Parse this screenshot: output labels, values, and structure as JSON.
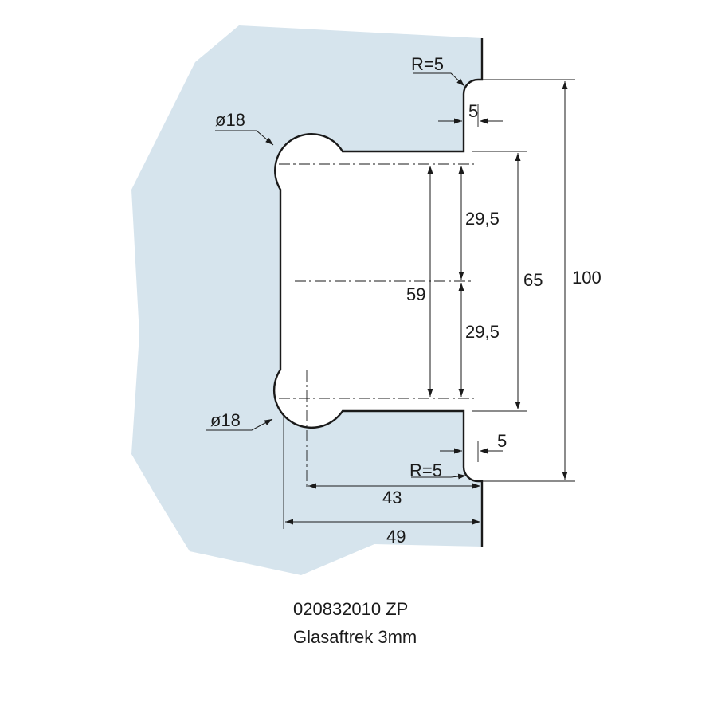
{
  "colors": {
    "glass": "#d6e4ed",
    "line": "#1a1a1a",
    "background": "#ffffff"
  },
  "dimensions": {
    "radius_top": "R=5",
    "offset_top": "5",
    "diameter_top": "ø18",
    "half_spacing_upper": "29,5",
    "half_spacing_lower": "29,5",
    "hole_spacing": "59",
    "cutout_height": "65",
    "total_height": "100",
    "diameter_bottom": "ø18",
    "offset_bottom": "5",
    "radius_bottom": "R=5",
    "center_depth": "43",
    "total_depth": "49"
  },
  "caption": {
    "code": "020832010 ZP",
    "description": "Glasaftrek 3mm"
  }
}
